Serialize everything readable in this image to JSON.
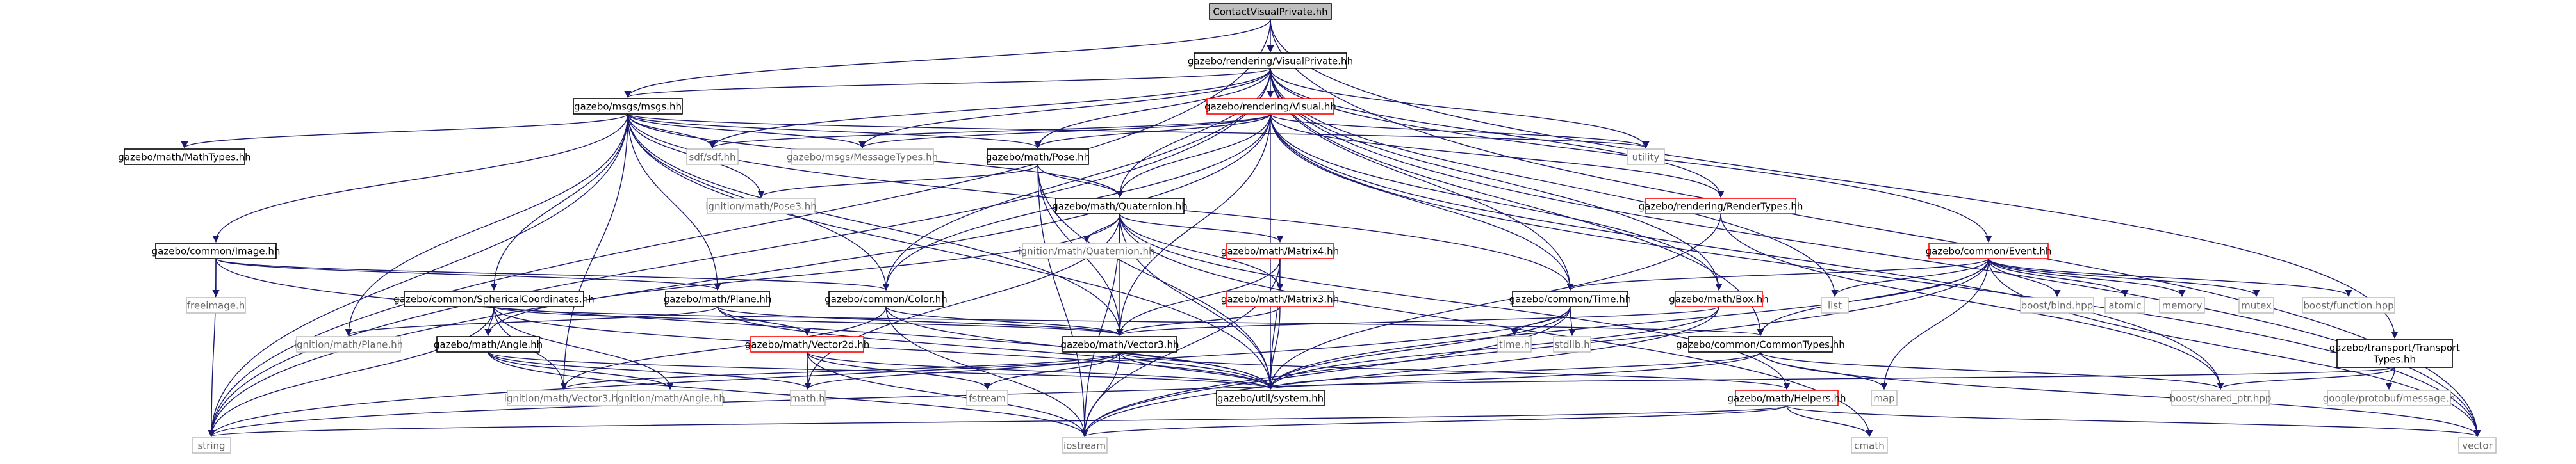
{
  "palette": {
    "edge": "#191970",
    "node_border": "#000000",
    "node_border_red": "#ff0000",
    "node_border_gray": "#bfbfbf",
    "text": "#000000",
    "text_gray": "#666666",
    "root_fill": "#bfbfbf",
    "node_fill": "#ffffff"
  },
  "nodes": [
    {
      "id": "root",
      "label": "ContactVisualPrivate.hh",
      "style": "root"
    },
    {
      "id": "visualprivate",
      "label": "gazebo/rendering/VisualPrivate.hh",
      "style": "normal"
    },
    {
      "id": "msgs",
      "label": "gazebo/msgs/msgs.hh",
      "style": "normal"
    },
    {
      "id": "visual",
      "label": "gazebo/rendering/Visual.hh",
      "style": "red"
    },
    {
      "id": "mathtypes",
      "label": "gazebo/math/MathTypes.hh",
      "style": "normal"
    },
    {
      "id": "sdf",
      "label": "sdf/sdf.hh",
      "style": "gray"
    },
    {
      "id": "messagetypes",
      "label": "gazebo/msgs/MessageTypes.hh",
      "style": "gray"
    },
    {
      "id": "pose",
      "label": "gazebo/math/Pose.hh",
      "style": "normal"
    },
    {
      "id": "utility",
      "label": "utility",
      "style": "gray"
    },
    {
      "id": "rendertypes",
      "label": "gazebo/rendering/RenderTypes.hh",
      "style": "red"
    },
    {
      "id": "event",
      "label": "gazebo/common/Event.hh",
      "style": "red"
    },
    {
      "id": "image",
      "label": "gazebo/common/Image.hh",
      "style": "normal"
    },
    {
      "id": "ignpose3",
      "label": "ignition/math/Pose3.hh",
      "style": "gray"
    },
    {
      "id": "quaternion",
      "label": "gazebo/math/Quaternion.hh",
      "style": "normal"
    },
    {
      "id": "ignquat",
      "label": "ignition/math/Quaternion.hh",
      "style": "gray"
    },
    {
      "id": "matrix4",
      "label": "gazebo/math/Matrix4.hh",
      "style": "red"
    },
    {
      "id": "freeimage",
      "label": "freeimage.h",
      "style": "gray"
    },
    {
      "id": "spherical",
      "label": "gazebo/common/SphericalCoordinates.hh",
      "style": "normal"
    },
    {
      "id": "plane",
      "label": "gazebo/math/Plane.hh",
      "style": "normal"
    },
    {
      "id": "color",
      "label": "gazebo/common/Color.hh",
      "style": "normal"
    },
    {
      "id": "matrix3",
      "label": "gazebo/math/Matrix3.hh",
      "style": "red"
    },
    {
      "id": "time",
      "label": "gazebo/common/Time.hh",
      "style": "normal"
    },
    {
      "id": "box",
      "label": "gazebo/math/Box.hh",
      "style": "red"
    },
    {
      "id": "list",
      "label": "list",
      "style": "gray"
    },
    {
      "id": "boostbind",
      "label": "boost/bind.hpp",
      "style": "gray"
    },
    {
      "id": "atomic",
      "label": "atomic",
      "style": "gray"
    },
    {
      "id": "memory",
      "label": "memory",
      "style": "gray"
    },
    {
      "id": "mutex",
      "label": "mutex",
      "style": "gray"
    },
    {
      "id": "boostfunction",
      "label": "boost/function.hpp",
      "style": "gray"
    },
    {
      "id": "ignplane",
      "label": "ignition/math/Plane.hh",
      "style": "gray"
    },
    {
      "id": "angle",
      "label": "gazebo/math/Angle.hh",
      "style": "normal"
    },
    {
      "id": "vector2d",
      "label": "gazebo/math/Vector2d.hh",
      "style": "red"
    },
    {
      "id": "vector3",
      "label": "gazebo/math/Vector3.hh",
      "style": "normal"
    },
    {
      "id": "timeh",
      "label": "time.h",
      "style": "gray"
    },
    {
      "id": "stdlib",
      "label": "stdlib.h",
      "style": "gray"
    },
    {
      "id": "commontypes",
      "label": "gazebo/common/CommonTypes.hh",
      "style": "normal"
    },
    {
      "id": "transporttypes",
      "label": "gazebo/transport/Transport\nTypes.hh",
      "style": "normal"
    },
    {
      "id": "ignvector3",
      "label": "ignition/math/Vector3.hh",
      "style": "gray"
    },
    {
      "id": "ignangle",
      "label": "ignition/math/Angle.hh",
      "style": "gray"
    },
    {
      "id": "mathh",
      "label": "math.h",
      "style": "gray"
    },
    {
      "id": "fstream",
      "label": "fstream",
      "style": "gray"
    },
    {
      "id": "system",
      "label": "gazebo/util/system.hh",
      "style": "normal"
    },
    {
      "id": "helpers",
      "label": "gazebo/math/Helpers.hh",
      "style": "red"
    },
    {
      "id": "map",
      "label": "map",
      "style": "gray"
    },
    {
      "id": "boostshared",
      "label": "boost/shared_ptr.hpp",
      "style": "gray"
    },
    {
      "id": "protobuf",
      "label": "google/protobuf/message.h",
      "style": "gray"
    },
    {
      "id": "string",
      "label": "string",
      "style": "gray"
    },
    {
      "id": "iostream",
      "label": "iostream",
      "style": "gray"
    },
    {
      "id": "cmath",
      "label": "cmath",
      "style": "gray"
    },
    {
      "id": "vector",
      "label": "vector",
      "style": "gray"
    }
  ],
  "edges": [
    [
      "root",
      "visualprivate"
    ],
    [
      "root",
      "msgs"
    ],
    [
      "root",
      "transporttypes"
    ],
    [
      "root",
      "string"
    ],
    [
      "root",
      "vector"
    ],
    [
      "visualprivate",
      "msgs"
    ],
    [
      "visualprivate",
      "visual"
    ],
    [
      "visualprivate",
      "sdf"
    ],
    [
      "visualprivate",
      "messagetypes"
    ],
    [
      "visualprivate",
      "pose"
    ],
    [
      "visualprivate",
      "utility"
    ],
    [
      "visualprivate",
      "rendertypes"
    ],
    [
      "visualprivate",
      "event"
    ],
    [
      "visualprivate",
      "quaternion"
    ],
    [
      "visualprivate",
      "list"
    ],
    [
      "visualprivate",
      "time"
    ],
    [
      "visualprivate",
      "box"
    ],
    [
      "visualprivate",
      "commontypes"
    ],
    [
      "visualprivate",
      "string"
    ],
    [
      "visualprivate",
      "vector"
    ],
    [
      "visualprivate",
      "color"
    ],
    [
      "msgs",
      "mathtypes"
    ],
    [
      "msgs",
      "sdf"
    ],
    [
      "msgs",
      "messagetypes"
    ],
    [
      "msgs",
      "pose"
    ],
    [
      "msgs",
      "image"
    ],
    [
      "msgs",
      "ignpose3"
    ],
    [
      "msgs",
      "quaternion"
    ],
    [
      "msgs",
      "spherical"
    ],
    [
      "msgs",
      "plane"
    ],
    [
      "msgs",
      "color"
    ],
    [
      "msgs",
      "time"
    ],
    [
      "msgs",
      "vector3"
    ],
    [
      "msgs",
      "ignvector3"
    ],
    [
      "msgs",
      "ignplane"
    ],
    [
      "msgs",
      "system"
    ],
    [
      "msgs",
      "string"
    ],
    [
      "msgs",
      "utility"
    ],
    [
      "visual",
      "sdf"
    ],
    [
      "visual",
      "messagetypes"
    ],
    [
      "visual",
      "pose"
    ],
    [
      "visual",
      "utility"
    ],
    [
      "visual",
      "rendertypes"
    ],
    [
      "visual",
      "quaternion"
    ],
    [
      "visual",
      "time"
    ],
    [
      "visual",
      "box"
    ],
    [
      "visual",
      "vector3"
    ],
    [
      "visual",
      "system"
    ],
    [
      "visual",
      "string"
    ],
    [
      "visual",
      "vector"
    ],
    [
      "visual",
      "color"
    ],
    [
      "visual",
      "boostshared"
    ],
    [
      "pose",
      "ignpose3"
    ],
    [
      "pose",
      "quaternion"
    ],
    [
      "pose",
      "vector3"
    ],
    [
      "pose",
      "system"
    ],
    [
      "pose",
      "iostream"
    ],
    [
      "rendertypes",
      "boostshared"
    ],
    [
      "rendertypes",
      "system"
    ],
    [
      "event",
      "boostbind"
    ],
    [
      "event",
      "atomic"
    ],
    [
      "event",
      "memory"
    ],
    [
      "event",
      "mutex"
    ],
    [
      "event",
      "boostfunction"
    ],
    [
      "event",
      "list"
    ],
    [
      "event",
      "map"
    ],
    [
      "event",
      "time"
    ],
    [
      "event",
      "commontypes"
    ],
    [
      "event",
      "system"
    ],
    [
      "event",
      "iostream"
    ],
    [
      "event",
      "vector"
    ],
    [
      "image",
      "freeimage"
    ],
    [
      "image",
      "color"
    ],
    [
      "image",
      "plane"
    ],
    [
      "image",
      "system"
    ],
    [
      "image",
      "string"
    ],
    [
      "quaternion",
      "ignquat"
    ],
    [
      "quaternion",
      "matrix4"
    ],
    [
      "quaternion",
      "matrix3"
    ],
    [
      "quaternion",
      "angle"
    ],
    [
      "quaternion",
      "vector3"
    ],
    [
      "quaternion",
      "helpers"
    ],
    [
      "quaternion",
      "system"
    ],
    [
      "quaternion",
      "mathh"
    ],
    [
      "quaternion",
      "iostream"
    ],
    [
      "quaternion",
      "cmath"
    ],
    [
      "matrix4",
      "matrix3"
    ],
    [
      "matrix4",
      "vector3"
    ],
    [
      "matrix4",
      "system"
    ],
    [
      "matrix4",
      "iostream"
    ],
    [
      "matrix3",
      "vector3"
    ],
    [
      "matrix3",
      "system"
    ],
    [
      "spherical",
      "angle"
    ],
    [
      "spherical",
      "ignangle"
    ],
    [
      "spherical",
      "ignvector3"
    ],
    [
      "spherical",
      "vector3"
    ],
    [
      "spherical",
      "commontypes"
    ],
    [
      "spherical",
      "system"
    ],
    [
      "spherical",
      "string"
    ],
    [
      "plane",
      "vector2d"
    ],
    [
      "plane",
      "vector3"
    ],
    [
      "plane",
      "ignplane"
    ],
    [
      "plane",
      "system"
    ],
    [
      "color",
      "vector3"
    ],
    [
      "color",
      "system"
    ],
    [
      "color",
      "iostream"
    ],
    [
      "color",
      "ignvector3"
    ],
    [
      "time",
      "timeh"
    ],
    [
      "time",
      "stdlib"
    ],
    [
      "time",
      "system"
    ],
    [
      "time",
      "iostream"
    ],
    [
      "time",
      "string"
    ],
    [
      "box",
      "vector3"
    ],
    [
      "box",
      "system"
    ],
    [
      "box",
      "iostream"
    ],
    [
      "angle",
      "ignangle"
    ],
    [
      "angle",
      "system"
    ],
    [
      "angle",
      "mathh"
    ],
    [
      "angle",
      "iostream"
    ],
    [
      "vector2d",
      "system"
    ],
    [
      "vector2d",
      "fstream"
    ],
    [
      "vector2d",
      "iostream"
    ],
    [
      "vector2d",
      "mathh"
    ],
    [
      "vector3",
      "ignvector3"
    ],
    [
      "vector3",
      "helpers"
    ],
    [
      "vector3",
      "system"
    ],
    [
      "vector3",
      "fstream"
    ],
    [
      "vector3",
      "mathh"
    ],
    [
      "vector3",
      "iostream"
    ],
    [
      "commontypes",
      "system"
    ],
    [
      "commontypes",
      "boostshared"
    ],
    [
      "commontypes",
      "map"
    ],
    [
      "commontypes",
      "string"
    ],
    [
      "commontypes",
      "vector"
    ],
    [
      "transporttypes",
      "boostshared"
    ],
    [
      "transporttypes",
      "protobuf"
    ],
    [
      "transporttypes",
      "system"
    ],
    [
      "helpers",
      "string"
    ],
    [
      "helpers",
      "iostream"
    ],
    [
      "helpers",
      "cmath"
    ],
    [
      "helpers",
      "vector"
    ]
  ]
}
